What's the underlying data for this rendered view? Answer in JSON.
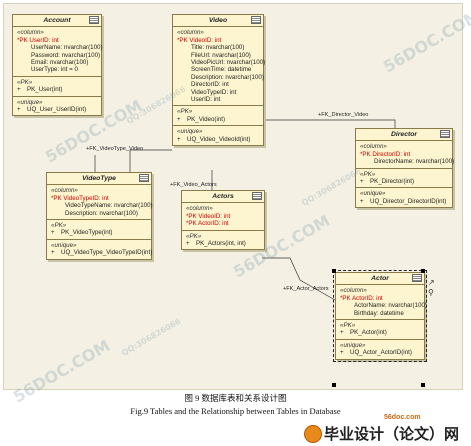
{
  "tables": {
    "account": {
      "name": "Account",
      "columns_title": "«column»",
      "columns": [
        "*PK  UserID:  int",
        "UserName:  nvarchar(100)",
        "Password:  nvarchar(100)",
        "Email:  nvarchar(100)",
        "UserType:  int = 0"
      ],
      "pk_title": "«PK»",
      "pk": [
        "PK_User(int)"
      ],
      "unique_title": "«unique»",
      "unique": [
        "UQ_User_UserID(int)"
      ]
    },
    "video": {
      "name": "Video",
      "columns_title": "«column»",
      "columns": [
        "*PK  VideoID:  int",
        "Title:  nvarchar(100)",
        "FileUrl:  nvarchar(100)",
        "VideoPicUrl:  nvarchar(100)",
        "ScreenTime:  datetime",
        "Description:  nvarchar(100)",
        "DirectorID:  int",
        "VideoTypeID:  int",
        "UserID:  int"
      ],
      "pk_title": "«PK»",
      "pk": [
        "PK_Video(int)"
      ],
      "unique_title": "«unique»",
      "unique": [
        "UQ_Video_VideoId(int)"
      ]
    },
    "director": {
      "name": "Director",
      "columns_title": "«column»",
      "columns": [
        "*PK  DirectorID:  int",
        "DirectorName:  nvarchar(100)"
      ],
      "pk_title": "«PK»",
      "pk": [
        "PK_Director(int)"
      ],
      "unique_title": "«unique»",
      "unique": [
        "UQ_Director_DirectorID(int)"
      ]
    },
    "videotype": {
      "name": "VideoType",
      "columns_title": "«column»",
      "columns": [
        "*PK  VideoTypeID:  int",
        "VideoTypeName:  nvarchar(100)",
        "Description:  nvarchar(100)"
      ],
      "pk_title": "«PK»",
      "pk": [
        "PK_VideoType(int)"
      ],
      "unique_title": "«unique»",
      "unique": [
        "UQ_VideoType_VideoTypeID(int)"
      ]
    },
    "actors": {
      "name": "Actors",
      "columns_title": "«column»",
      "columns": [
        "*PK  VideoID:  int",
        "*PK  ActorID:  int"
      ],
      "pk_title": "«PK»",
      "pk": [
        "PK_Actors(int, int)"
      ]
    },
    "actor": {
      "name": "Actor",
      "columns_title": "«column»",
      "columns": [
        "*PK  ActorID:  int",
        "ActorName:  nvarchar(100)",
        "Birthday:  datetime"
      ],
      "pk_title": "«PK»",
      "pk": [
        "PK_Actor(int)"
      ],
      "unique_title": "«unique»",
      "unique": [
        "UQ_Actor_ActorID(int)"
      ]
    }
  },
  "links": {
    "videotype_video": "+FK_VideoType_Video",
    "director_video": "+FK_Director_Video",
    "video_actors": "+FK_Video_Actors",
    "actor_actors": "+FK_Actor_Actors"
  },
  "caption": {
    "cn": "图 9   数据库表和关系设计图",
    "en": "Fig.9   Tables and the Relationship between Tables in Database"
  },
  "watermark": {
    "site": "56DOC.COM",
    "qq": "QQ:306826066"
  },
  "logo": {
    "url": "56doc.com",
    "text": "毕业设计（论文）网"
  },
  "colors": {
    "table_fill": "#fdf5cf",
    "table_border": "#8a7a4a",
    "pk_text": "#cc0000",
    "diagram_bg": "#f4f1e4"
  }
}
